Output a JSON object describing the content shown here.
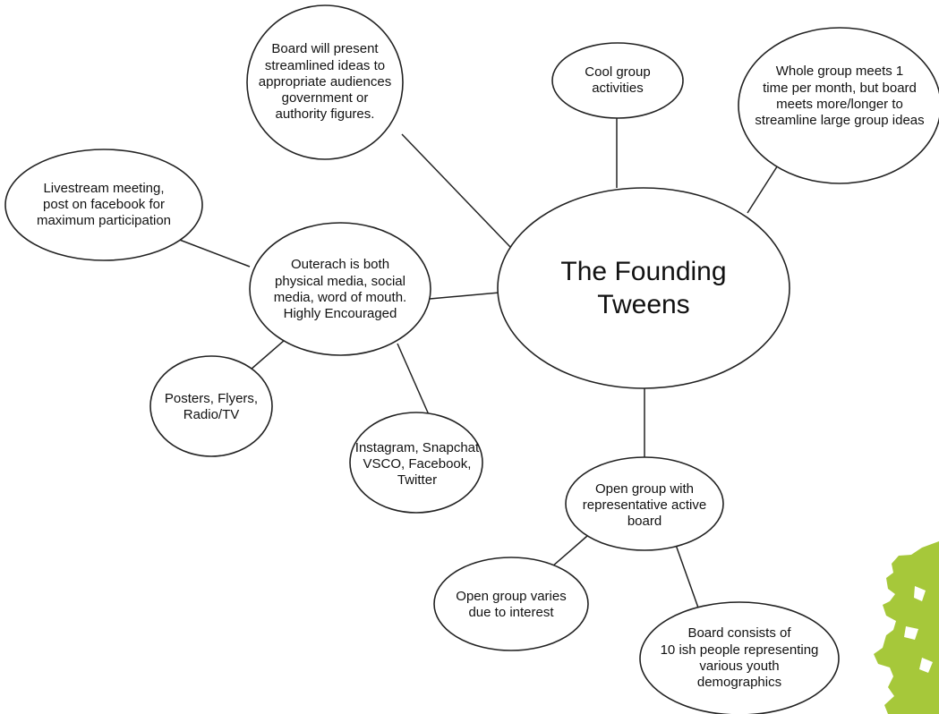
{
  "diagram": {
    "center": {
      "label": "The Founding\nTweens"
    },
    "nodes": {
      "board_present": {
        "label": "Board will present\nstreamlined ideas to\nappropriate audiences\ngovernment or\nauthority figures."
      },
      "cool_group": {
        "label": "Cool group\nactivities"
      },
      "whole_group": {
        "label": "Whole group meets 1\ntime per month, but board\nmeets more/longer to\nstreamline large group ideas"
      },
      "livestream": {
        "label": "Livestream meeting,\npost on facebook for\nmaximum participation"
      },
      "outreach": {
        "label": "Outerach is both\nphysical media, social\nmedia, word of mouth.\nHighly Encouraged"
      },
      "posters": {
        "label": "Posters, Flyers,\nRadio/TV"
      },
      "instagram": {
        "label": "Instagram, Snapchat\nVSCO, Facebook,\nTwitter"
      },
      "open_board": {
        "label": "Open group with\nrepresentative active\nboard"
      },
      "open_varies": {
        "label": "Open group varies\ndue to interest"
      },
      "board_consists": {
        "label": "Board consists of\n10 ish people representing\nvarious youth\ndemographics"
      }
    }
  },
  "decoration": {
    "leaf_color": "#a6c83a",
    "line_color": "#222222"
  }
}
